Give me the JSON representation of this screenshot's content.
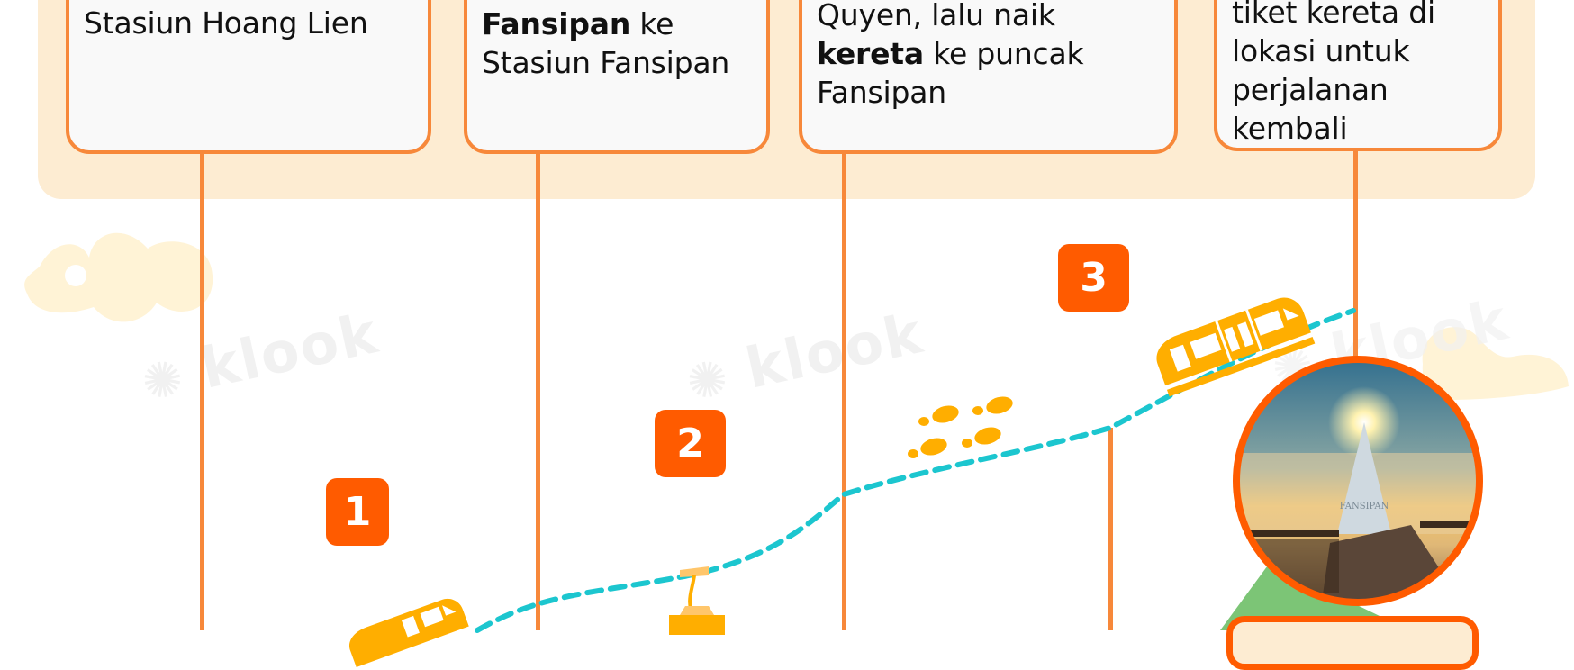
{
  "panel": {
    "cards": [
      {
        "lines": [
          {
            "bold": "",
            "rest": "Stasiun Hoang Lien"
          }
        ]
      },
      {
        "lines": [
          {
            "bold": "Fansipan",
            "rest": " ke"
          },
          {
            "bold": "",
            "rest": "Stasiun Fansipan"
          }
        ]
      },
      {
        "lines": [
          {
            "bold": "",
            "rest": "Quyen, lalu naik"
          },
          {
            "bold": "kereta",
            "rest": " ke puncak"
          },
          {
            "bold": "",
            "rest": "Fansipan"
          }
        ]
      },
      {
        "lines": [
          {
            "bold": "",
            "rest": "tiket kereta di"
          },
          {
            "bold": "",
            "rest": "lokasi untuk"
          },
          {
            "bold": "",
            "rest": "perjalanan"
          },
          {
            "bold": "",
            "rest": "kembali"
          }
        ]
      }
    ]
  },
  "steps": [
    {
      "number": "1"
    },
    {
      "number": "2"
    },
    {
      "number": "3"
    }
  ],
  "watermark": {
    "text": "klook"
  },
  "photo": {
    "caption": "FANSIPAN"
  },
  "colors": {
    "panel_bg": "#fdecd2",
    "card_border": "#f7883a",
    "badge": "#ff5b00",
    "route": "#1cc6cf",
    "icon": "#ffae00",
    "cloud": "#fff3d6",
    "mountain": "#7cc576"
  }
}
